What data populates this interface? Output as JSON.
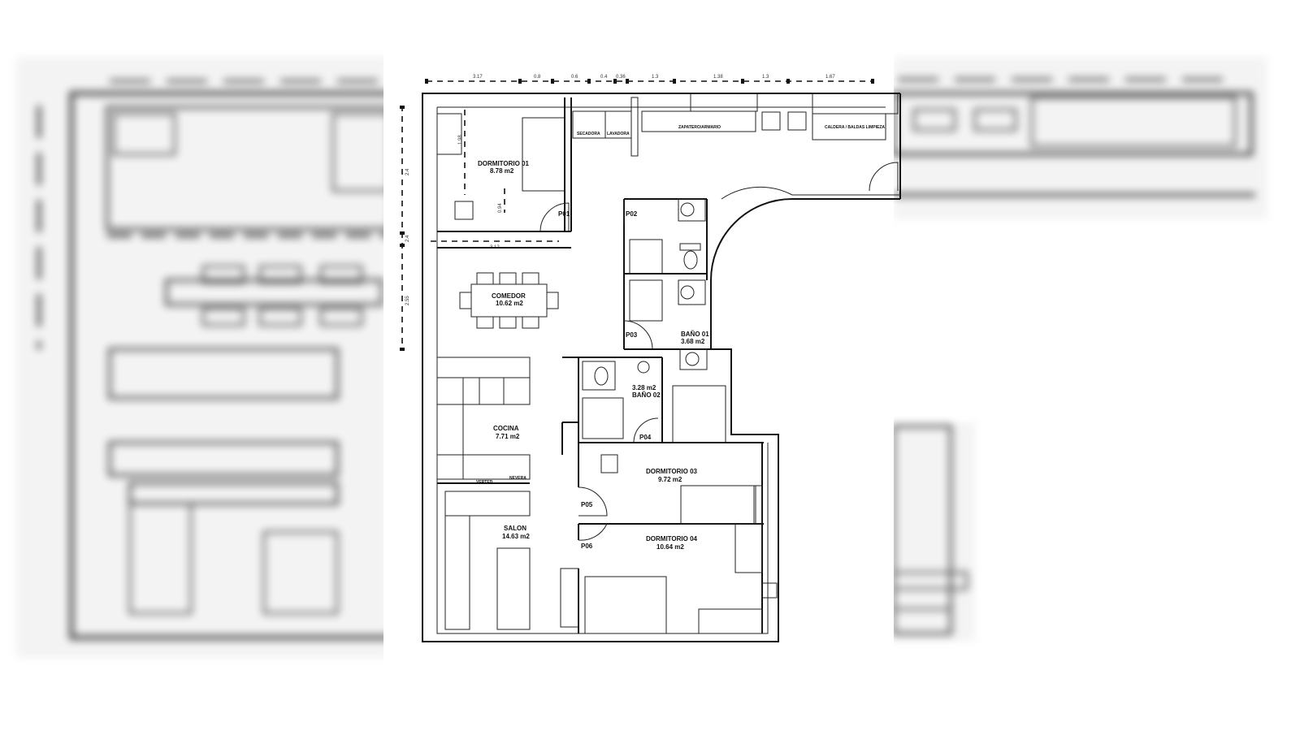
{
  "rooms": {
    "dormitorio01": {
      "name": "DORMITORIO 01",
      "area": "8.78 m2"
    },
    "comedor": {
      "name": "COMEDOR",
      "area": "10.62 m2"
    },
    "cocina": {
      "name": "COCINA",
      "area": "7.71 m2"
    },
    "salon": {
      "name": "SALON",
      "area": "14.63 m2"
    },
    "bano01": {
      "name": "BAÑO 01",
      "area": "3.68 m2"
    },
    "bano02": {
      "name": "BAÑO 02",
      "area": "3.28 m2"
    },
    "dormitorio03": {
      "name": "DORMITORIO 03",
      "area": "9.72 m2"
    },
    "dormitorio04": {
      "name": "DORMITORIO 04",
      "area": "10.64 m2"
    }
  },
  "doors": [
    "P01",
    "P02",
    "P03",
    "P04",
    "P05",
    "P06"
  ],
  "fixtures": {
    "secadora": "SECADORA",
    "lavadora": "LAVADORA",
    "zapatero": "ZAPATERO/ARMARIO",
    "caldera": "CALDERA / BALDAS LIMPIEZA",
    "nevera": "NEVERA",
    "vertedero": "VERTED."
  },
  "dimensions": {
    "top": [
      "3.17",
      "0.8",
      "0.6",
      "0.4",
      "0.36",
      "1.3",
      "1.38",
      "1.3",
      "1.67"
    ],
    "left": [
      "2.4",
      "2.4",
      "2.55"
    ],
    "inner_width": "3.12",
    "inner_height_a": "1.98",
    "inner_height_b": "0.94"
  }
}
